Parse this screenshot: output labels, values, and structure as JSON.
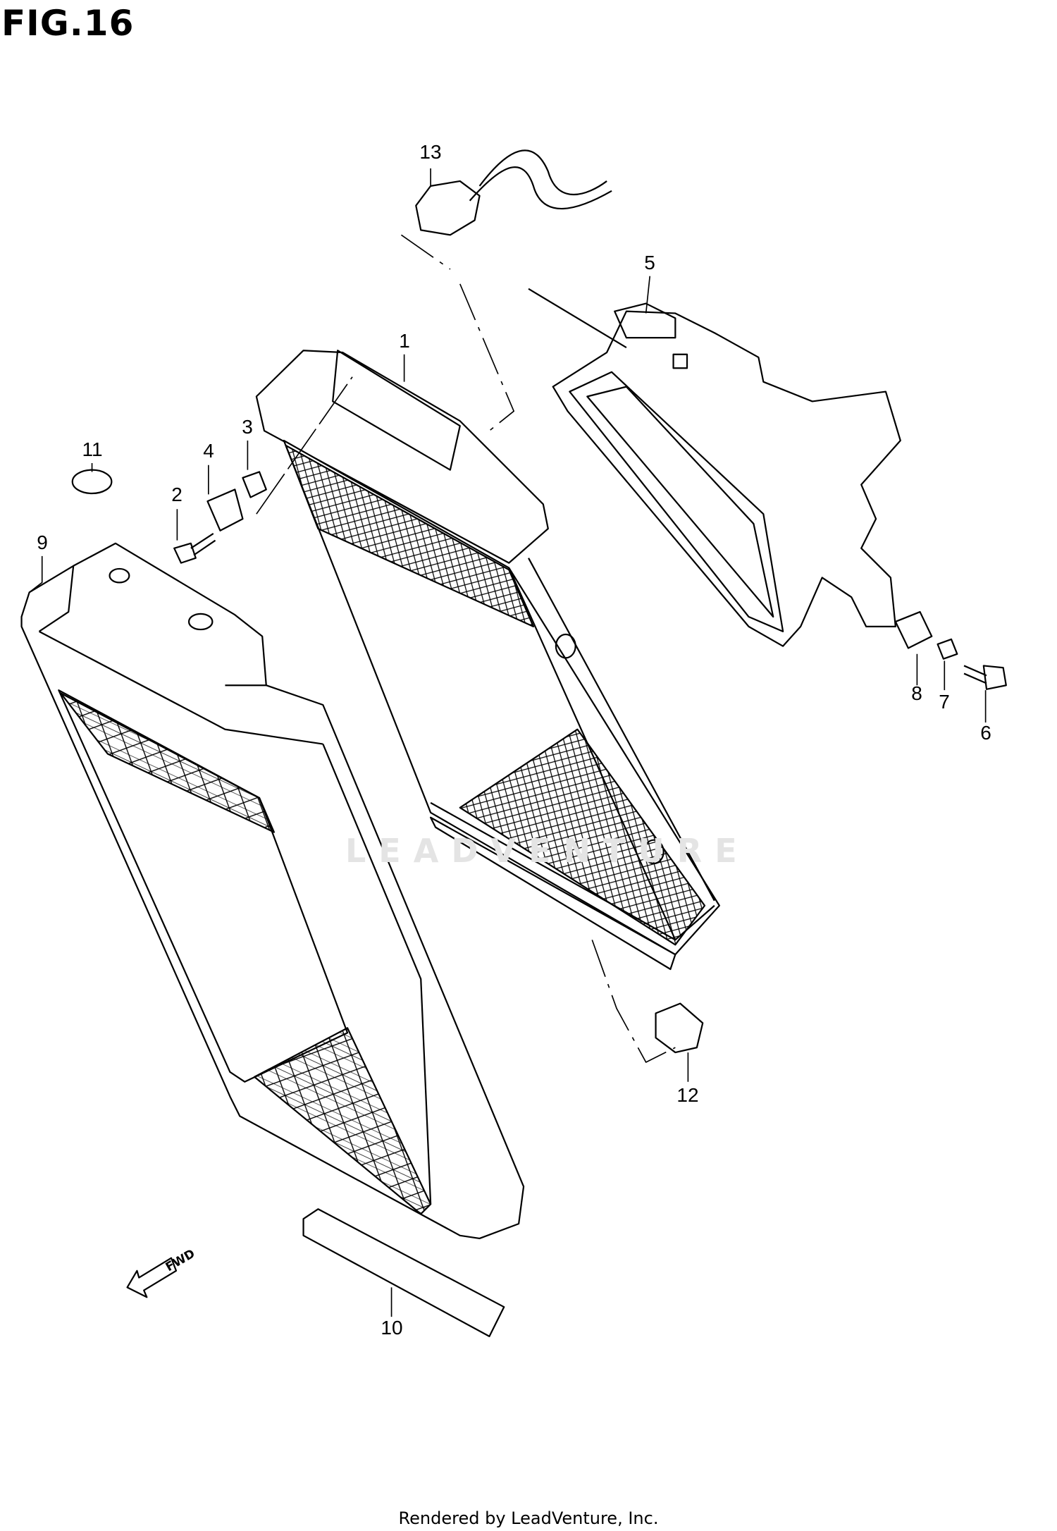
{
  "figure": {
    "title": "FIG.16"
  },
  "callouts": [
    {
      "id": "13",
      "label": "13"
    },
    {
      "id": "5",
      "label": "5"
    },
    {
      "id": "1",
      "label": "1"
    },
    {
      "id": "3",
      "label": "3"
    },
    {
      "id": "11",
      "label": "11"
    },
    {
      "id": "4",
      "label": "4"
    },
    {
      "id": "2",
      "label": "2"
    },
    {
      "id": "9",
      "label": "9"
    },
    {
      "id": "8",
      "label": "8"
    },
    {
      "id": "7",
      "label": "7"
    },
    {
      "id": "6",
      "label": "6"
    },
    {
      "id": "12",
      "label": "12"
    },
    {
      "id": "10",
      "label": "10"
    }
  ],
  "direction_arrow": {
    "label": "FWD"
  },
  "watermark": {
    "text": "LEADVENTURE"
  },
  "footer": {
    "text": "Rendered by LeadVenture, Inc."
  },
  "colors": {
    "line": "#000000",
    "background": "#ffffff",
    "watermark": "#ececec"
  }
}
